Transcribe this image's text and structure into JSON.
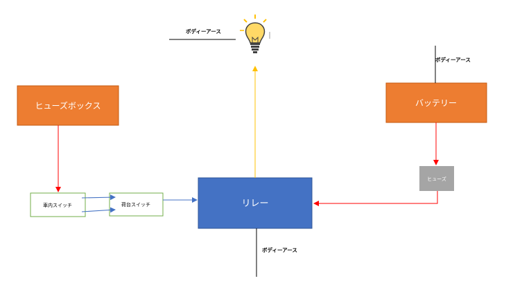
{
  "nodes": {
    "fuse_box": "ヒューズボックス",
    "battery": "バッテリー",
    "fuse": "ヒューズ",
    "cabin_switch": "車内スイッチ",
    "bed_switch": "荷台スイッチ",
    "relay": "リレー"
  },
  "ground_labels": {
    "bulb": "ボディーアース",
    "battery": "ボディーアース",
    "relay": "ボディーアース"
  },
  "icons": {
    "bulb": "light-bulb-icon"
  },
  "colors": {
    "orange_box": "#ED7D31",
    "orange_border": "#C55A11",
    "relay_fill": "#4472C4",
    "relay_border": "#2F5597",
    "fuse_fill": "#A5A5A5",
    "switch_border": "#70AD47",
    "power_line": "#FF0000",
    "signal_line": "#4472C4",
    "lamp_line": "#FFC000",
    "bulb_glass": "#FFD966"
  }
}
